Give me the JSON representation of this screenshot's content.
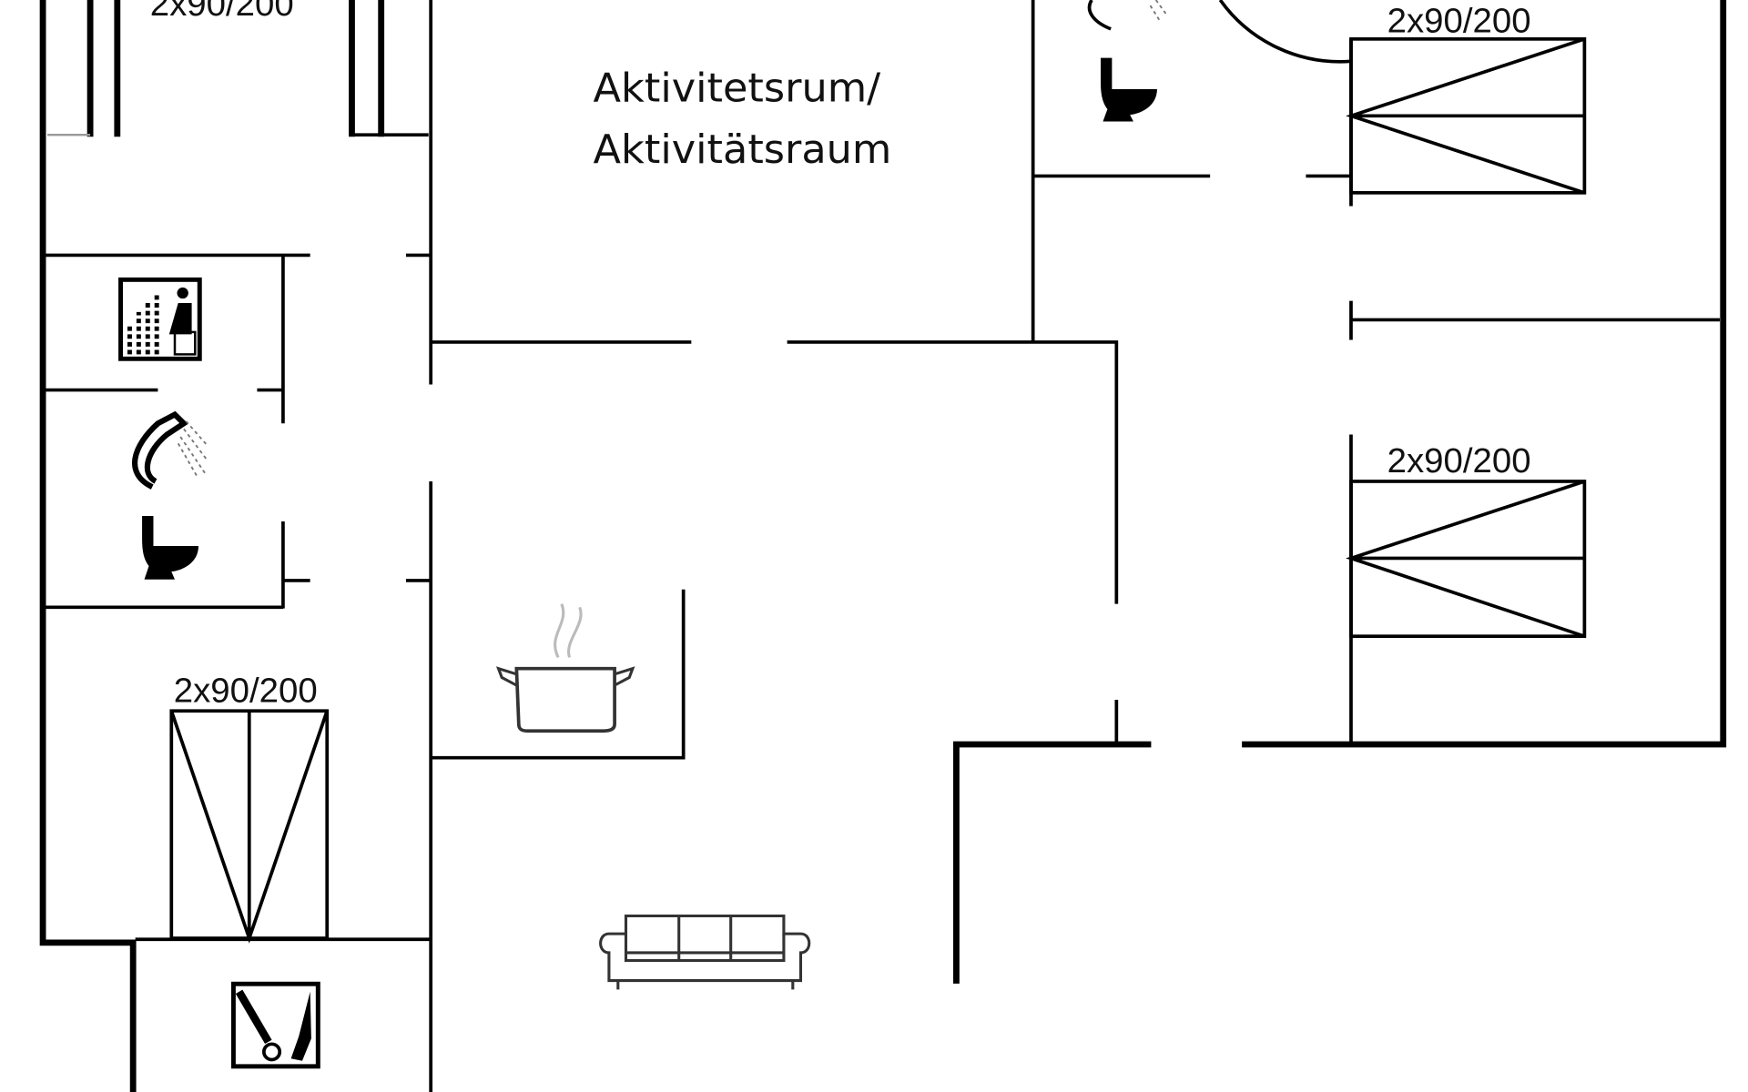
{
  "plan": {
    "room_label_line1": "Aktivitetsrum/",
    "room_label_line2": "Aktivitätsraum",
    "beds": [
      {
        "label": "2x90/200"
      },
      {
        "label": "2x90/200"
      },
      {
        "label": "2x90/200"
      },
      {
        "label": "2x90/200"
      }
    ],
    "icons": [
      "sauna-icon",
      "shower-icon",
      "toilet-icon",
      "toilet-icon",
      "shower-icon",
      "cooking-pot-icon",
      "sofa-icon",
      "utility-room-icon"
    ]
  }
}
